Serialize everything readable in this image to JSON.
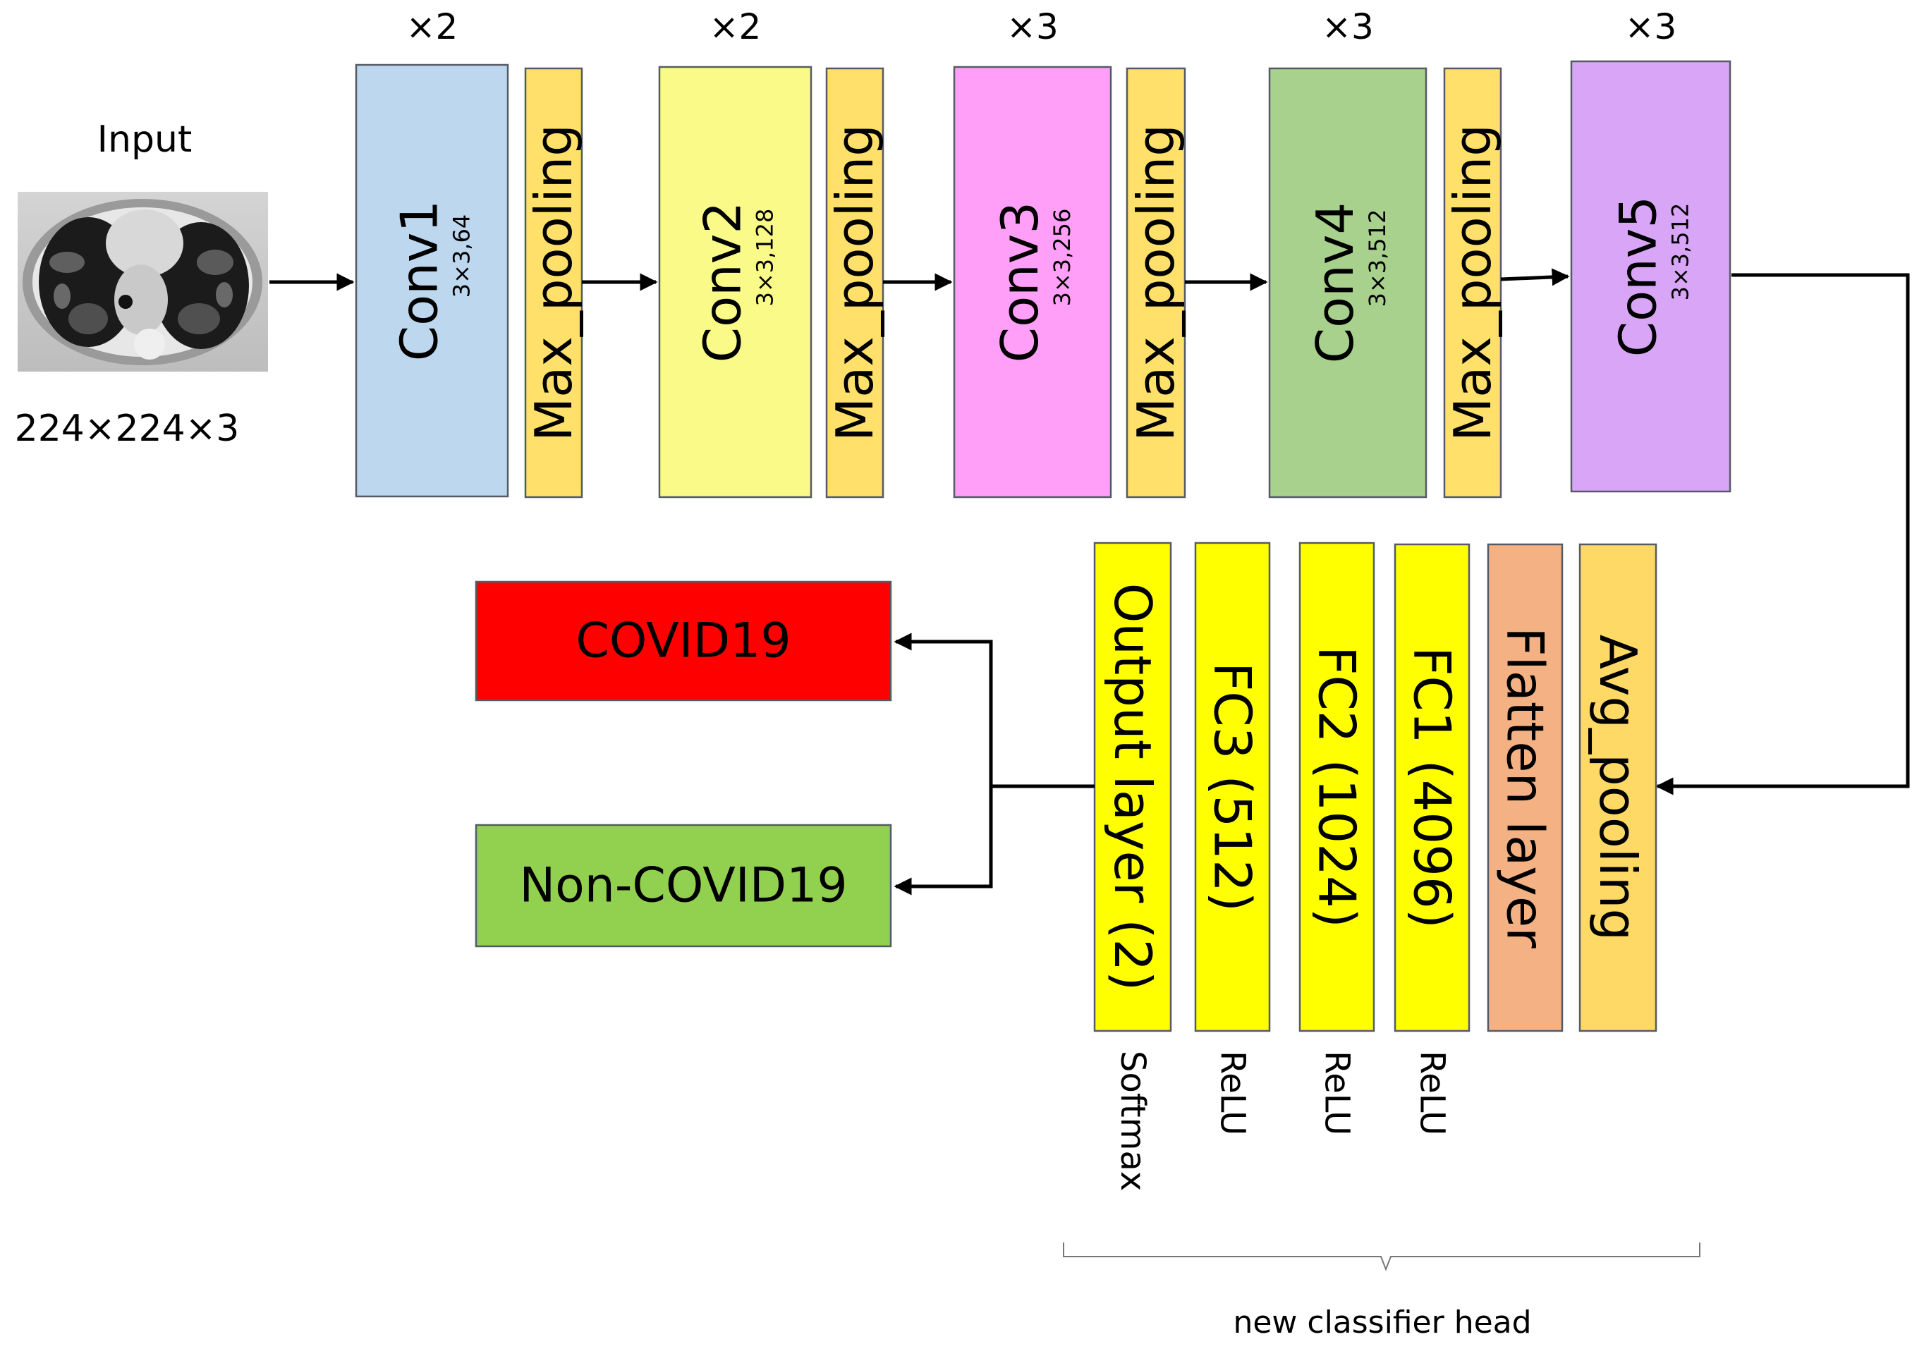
{
  "input": {
    "label": "Input",
    "size": "224×224×3",
    "image_description": "chest CT scan slice"
  },
  "conv_blocks": [
    {
      "name": "Conv1",
      "kernel": "3×3,64",
      "repeat": "×2",
      "color": "#bdd7ee",
      "pool": "Max_pooling"
    },
    {
      "name": "Conv2",
      "kernel": "3×3,128",
      "repeat": "×2",
      "color": "#fafa88",
      "pool": "Max_pooling"
    },
    {
      "name": "Conv3",
      "kernel": "3×3,256",
      "repeat": "×3",
      "color": "#ff9ff8",
      "pool": "Max_pooling"
    },
    {
      "name": "Conv4",
      "kernel": "3×3,512",
      "repeat": "×3",
      "color": "#a9d18e",
      "pool": "Max_pooling"
    },
    {
      "name": "Conv5",
      "kernel": "3×3,512",
      "repeat": "×3",
      "color": "#d9a6f7",
      "pool": ""
    }
  ],
  "pool_color": "#ffe06a",
  "head_layers": [
    {
      "name": "Output layer (2)",
      "activation": "Softmax",
      "color": "#ffff00"
    },
    {
      "name": "FC3 (512)",
      "activation": "ReLU",
      "color": "#ffff00"
    },
    {
      "name": "FC2 (1024)",
      "activation": "ReLU",
      "color": "#ffff00"
    },
    {
      "name": "FC1 (4096)",
      "activation": "ReLU",
      "color": "#ffff00"
    },
    {
      "name": "Flatten layer",
      "activation": "",
      "color": "#f4b183"
    },
    {
      "name": "Avg_pooling",
      "activation": "",
      "color": "#ffd966"
    }
  ],
  "outputs": [
    {
      "label": "COVID19",
      "color": "#ff0000"
    },
    {
      "label": "Non-COVID19",
      "color": "#92d050"
    }
  ],
  "head_caption": "new classifier head"
}
